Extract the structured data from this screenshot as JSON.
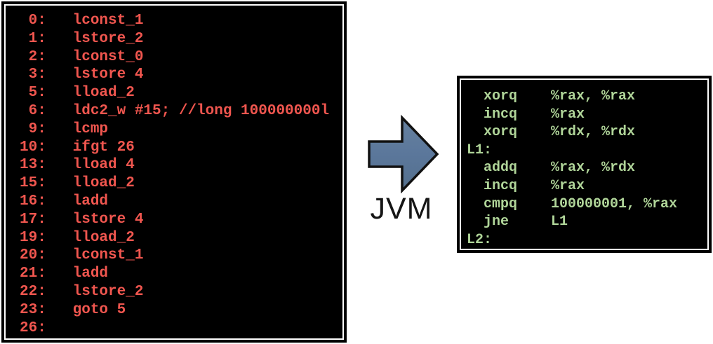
{
  "colors": {
    "bytecode_text": "#f0564f",
    "assembly_text": "#b0d599",
    "arrow_fill_top": "#66819f",
    "arrow_fill_bottom": "#54708d",
    "arrow_outline": "#111111",
    "panel_border": "#000000",
    "screen_bg": "#000000",
    "page_bg": "#ffffff"
  },
  "bytecode_panel": {
    "lines": [
      " 0:   lconst_1",
      " 1:   lstore_2",
      " 2:   lconst_0",
      " 3:   lstore 4",
      " 5:   lload_2",
      " 6:   ldc2_w #15; //long 100000000l",
      " 9:   lcmp",
      "10:   ifgt 26",
      "13:   lload 4",
      "15:   lload_2",
      "16:   ladd",
      "17:   lstore 4",
      "19:   lload_2",
      "20:   lconst_1",
      "21:   ladd",
      "22:   lstore_2",
      "23:   goto 5",
      "26:"
    ]
  },
  "assembly_panel": {
    "lines": [
      "  xorq    %rax, %rax",
      "  incq    %rax",
      "  xorq    %rdx, %rdx",
      "L1:",
      "  addq    %rax, %rdx",
      "  incq    %rax",
      "  cmpq    100000001, %rax",
      "  jne     L1",
      "L2:"
    ]
  },
  "arrow": {
    "label": "JVM"
  }
}
